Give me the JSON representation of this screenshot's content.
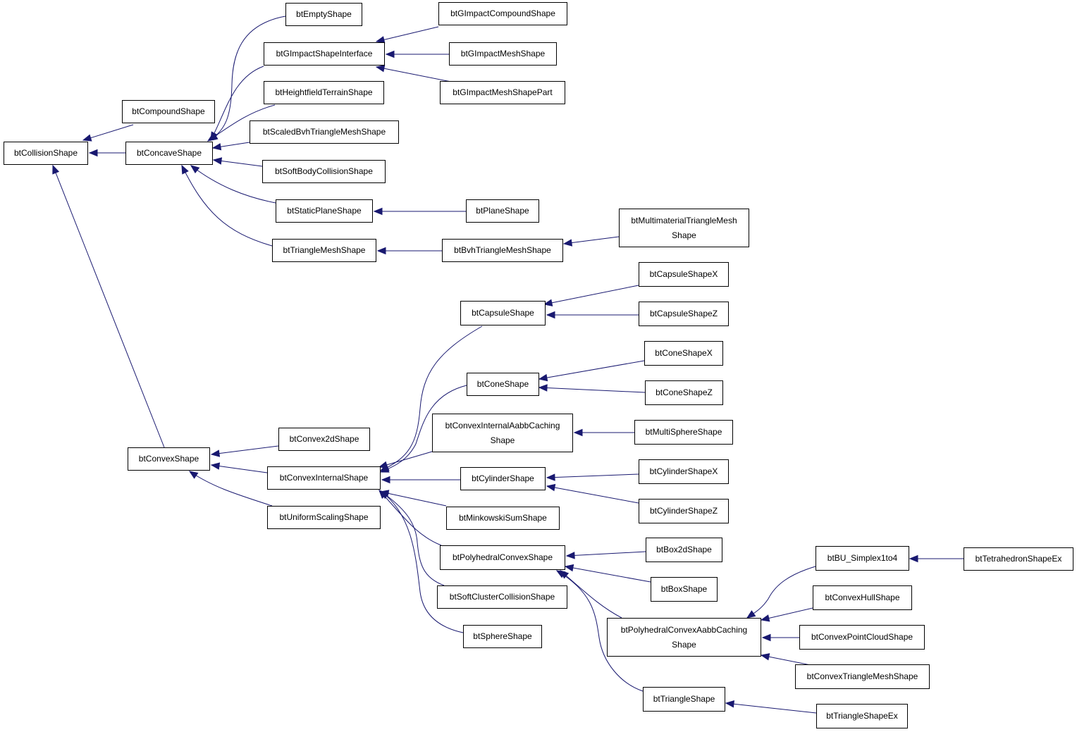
{
  "diagram": {
    "colors": {
      "edge": "#191970",
      "node_border": "#000000",
      "node_fill": "#ffffff",
      "text": "#000000"
    },
    "nodes": {
      "btCollisionShape": "btCollisionShape",
      "btCompoundShape": "btCompoundShape",
      "btConcaveShape": "btConcaveShape",
      "btConvexShape": "btConvexShape",
      "btEmptyShape": "btEmptyShape",
      "btGImpactShapeInterface": "btGImpactShapeInterface",
      "btHeightfieldTerrainShape": "btHeightfieldTerrainShape",
      "btScaledBvhTriangleMeshShape": "btScaledBvhTriangleMeshShape",
      "btSoftBodyCollisionShape": "btSoftBodyCollisionShape",
      "btStaticPlaneShape": "btStaticPlaneShape",
      "btTriangleMeshShape": "btTriangleMeshShape",
      "btGImpactCompoundShape": "btGImpactCompoundShape",
      "btGImpactMeshShape": "btGImpactMeshShape",
      "btGImpactMeshShapePart": "btGImpactMeshShapePart",
      "btPlaneShape": "btPlaneShape",
      "btBvhTriangleMeshShape": "btBvhTriangleMeshShape",
      "btMultimaterialTriangleMeshShape": "btMultimaterialTriangleMesh\nShape",
      "btConvex2dShape": "btConvex2dShape",
      "btConvexInternalShape": "btConvexInternalShape",
      "btUniformScalingShape": "btUniformScalingShape",
      "btCapsuleShape": "btCapsuleShape",
      "btConeShape": "btConeShape",
      "btConvexInternalAabbCachingShape": "btConvexInternalAabbCaching\nShape",
      "btCylinderShape": "btCylinderShape",
      "btMinkowskiSumShape": "btMinkowskiSumShape",
      "btPolyhedralConvexShape": "btPolyhedralConvexShape",
      "btSoftClusterCollisionShape": "btSoftClusterCollisionShape",
      "btSphereShape": "btSphereShape",
      "btCapsuleShapeX": "btCapsuleShapeX",
      "btCapsuleShapeZ": "btCapsuleShapeZ",
      "btConeShapeX": "btConeShapeX",
      "btConeShapeZ": "btConeShapeZ",
      "btMultiSphereShape": "btMultiSphereShape",
      "btCylinderShapeX": "btCylinderShapeX",
      "btCylinderShapeZ": "btCylinderShapeZ",
      "btBox2dShape": "btBox2dShape",
      "btBoxShape": "btBoxShape",
      "btPolyhedralConvexAabbCachingShape": "btPolyhedralConvexAabbCaching\nShape",
      "btTriangleShape": "btTriangleShape",
      "btBU_Simplex1to4": "btBU_Simplex1to4",
      "btConvexHullShape": "btConvexHullShape",
      "btConvexPointCloudShape": "btConvexPointCloudShape",
      "btConvexTriangleMeshShape": "btConvexTriangleMeshShape",
      "btTriangleShapeEx": "btTriangleShapeEx",
      "btTetrahedronShapeEx": "btTetrahedronShapeEx"
    },
    "inheritance": [
      [
        "btCompoundShape",
        "btCollisionShape"
      ],
      [
        "btConcaveShape",
        "btCollisionShape"
      ],
      [
        "btConvexShape",
        "btCollisionShape"
      ],
      [
        "btEmptyShape",
        "btConcaveShape"
      ],
      [
        "btGImpactShapeInterface",
        "btConcaveShape"
      ],
      [
        "btHeightfieldTerrainShape",
        "btConcaveShape"
      ],
      [
        "btScaledBvhTriangleMeshShape",
        "btConcaveShape"
      ],
      [
        "btSoftBodyCollisionShape",
        "btConcaveShape"
      ],
      [
        "btStaticPlaneShape",
        "btConcaveShape"
      ],
      [
        "btTriangleMeshShape",
        "btConcaveShape"
      ],
      [
        "btGImpactCompoundShape",
        "btGImpactShapeInterface"
      ],
      [
        "btGImpactMeshShape",
        "btGImpactShapeInterface"
      ],
      [
        "btGImpactMeshShapePart",
        "btGImpactShapeInterface"
      ],
      [
        "btPlaneShape",
        "btStaticPlaneShape"
      ],
      [
        "btBvhTriangleMeshShape",
        "btTriangleMeshShape"
      ],
      [
        "btMultimaterialTriangleMeshShape",
        "btBvhTriangleMeshShape"
      ],
      [
        "btConvex2dShape",
        "btConvexShape"
      ],
      [
        "btConvexInternalShape",
        "btConvexShape"
      ],
      [
        "btUniformScalingShape",
        "btConvexShape"
      ],
      [
        "btCapsuleShape",
        "btConvexInternalShape"
      ],
      [
        "btConeShape",
        "btConvexInternalShape"
      ],
      [
        "btConvexInternalAabbCachingShape",
        "btConvexInternalShape"
      ],
      [
        "btCylinderShape",
        "btConvexInternalShape"
      ],
      [
        "btMinkowskiSumShape",
        "btConvexInternalShape"
      ],
      [
        "btPolyhedralConvexShape",
        "btConvexInternalShape"
      ],
      [
        "btSoftClusterCollisionShape",
        "btConvexInternalShape"
      ],
      [
        "btSphereShape",
        "btConvexInternalShape"
      ],
      [
        "btCapsuleShapeX",
        "btCapsuleShape"
      ],
      [
        "btCapsuleShapeZ",
        "btCapsuleShape"
      ],
      [
        "btConeShapeX",
        "btConeShape"
      ],
      [
        "btConeShapeZ",
        "btConeShape"
      ],
      [
        "btMultiSphereShape",
        "btConvexInternalAabbCachingShape"
      ],
      [
        "btCylinderShapeX",
        "btCylinderShape"
      ],
      [
        "btCylinderShapeZ",
        "btCylinderShape"
      ],
      [
        "btBox2dShape",
        "btPolyhedralConvexShape"
      ],
      [
        "btBoxShape",
        "btPolyhedralConvexShape"
      ],
      [
        "btPolyhedralConvexAabbCachingShape",
        "btPolyhedralConvexShape"
      ],
      [
        "btTriangleShape",
        "btPolyhedralConvexShape"
      ],
      [
        "btBU_Simplex1to4",
        "btPolyhedralConvexAabbCachingShape"
      ],
      [
        "btConvexHullShape",
        "btPolyhedralConvexAabbCachingShape"
      ],
      [
        "btConvexPointCloudShape",
        "btPolyhedralConvexAabbCachingShape"
      ],
      [
        "btConvexTriangleMeshShape",
        "btPolyhedralConvexAabbCachingShape"
      ],
      [
        "btTriangleShapeEx",
        "btTriangleShape"
      ],
      [
        "btTetrahedronShapeEx",
        "btBU_Simplex1to4"
      ]
    ]
  }
}
